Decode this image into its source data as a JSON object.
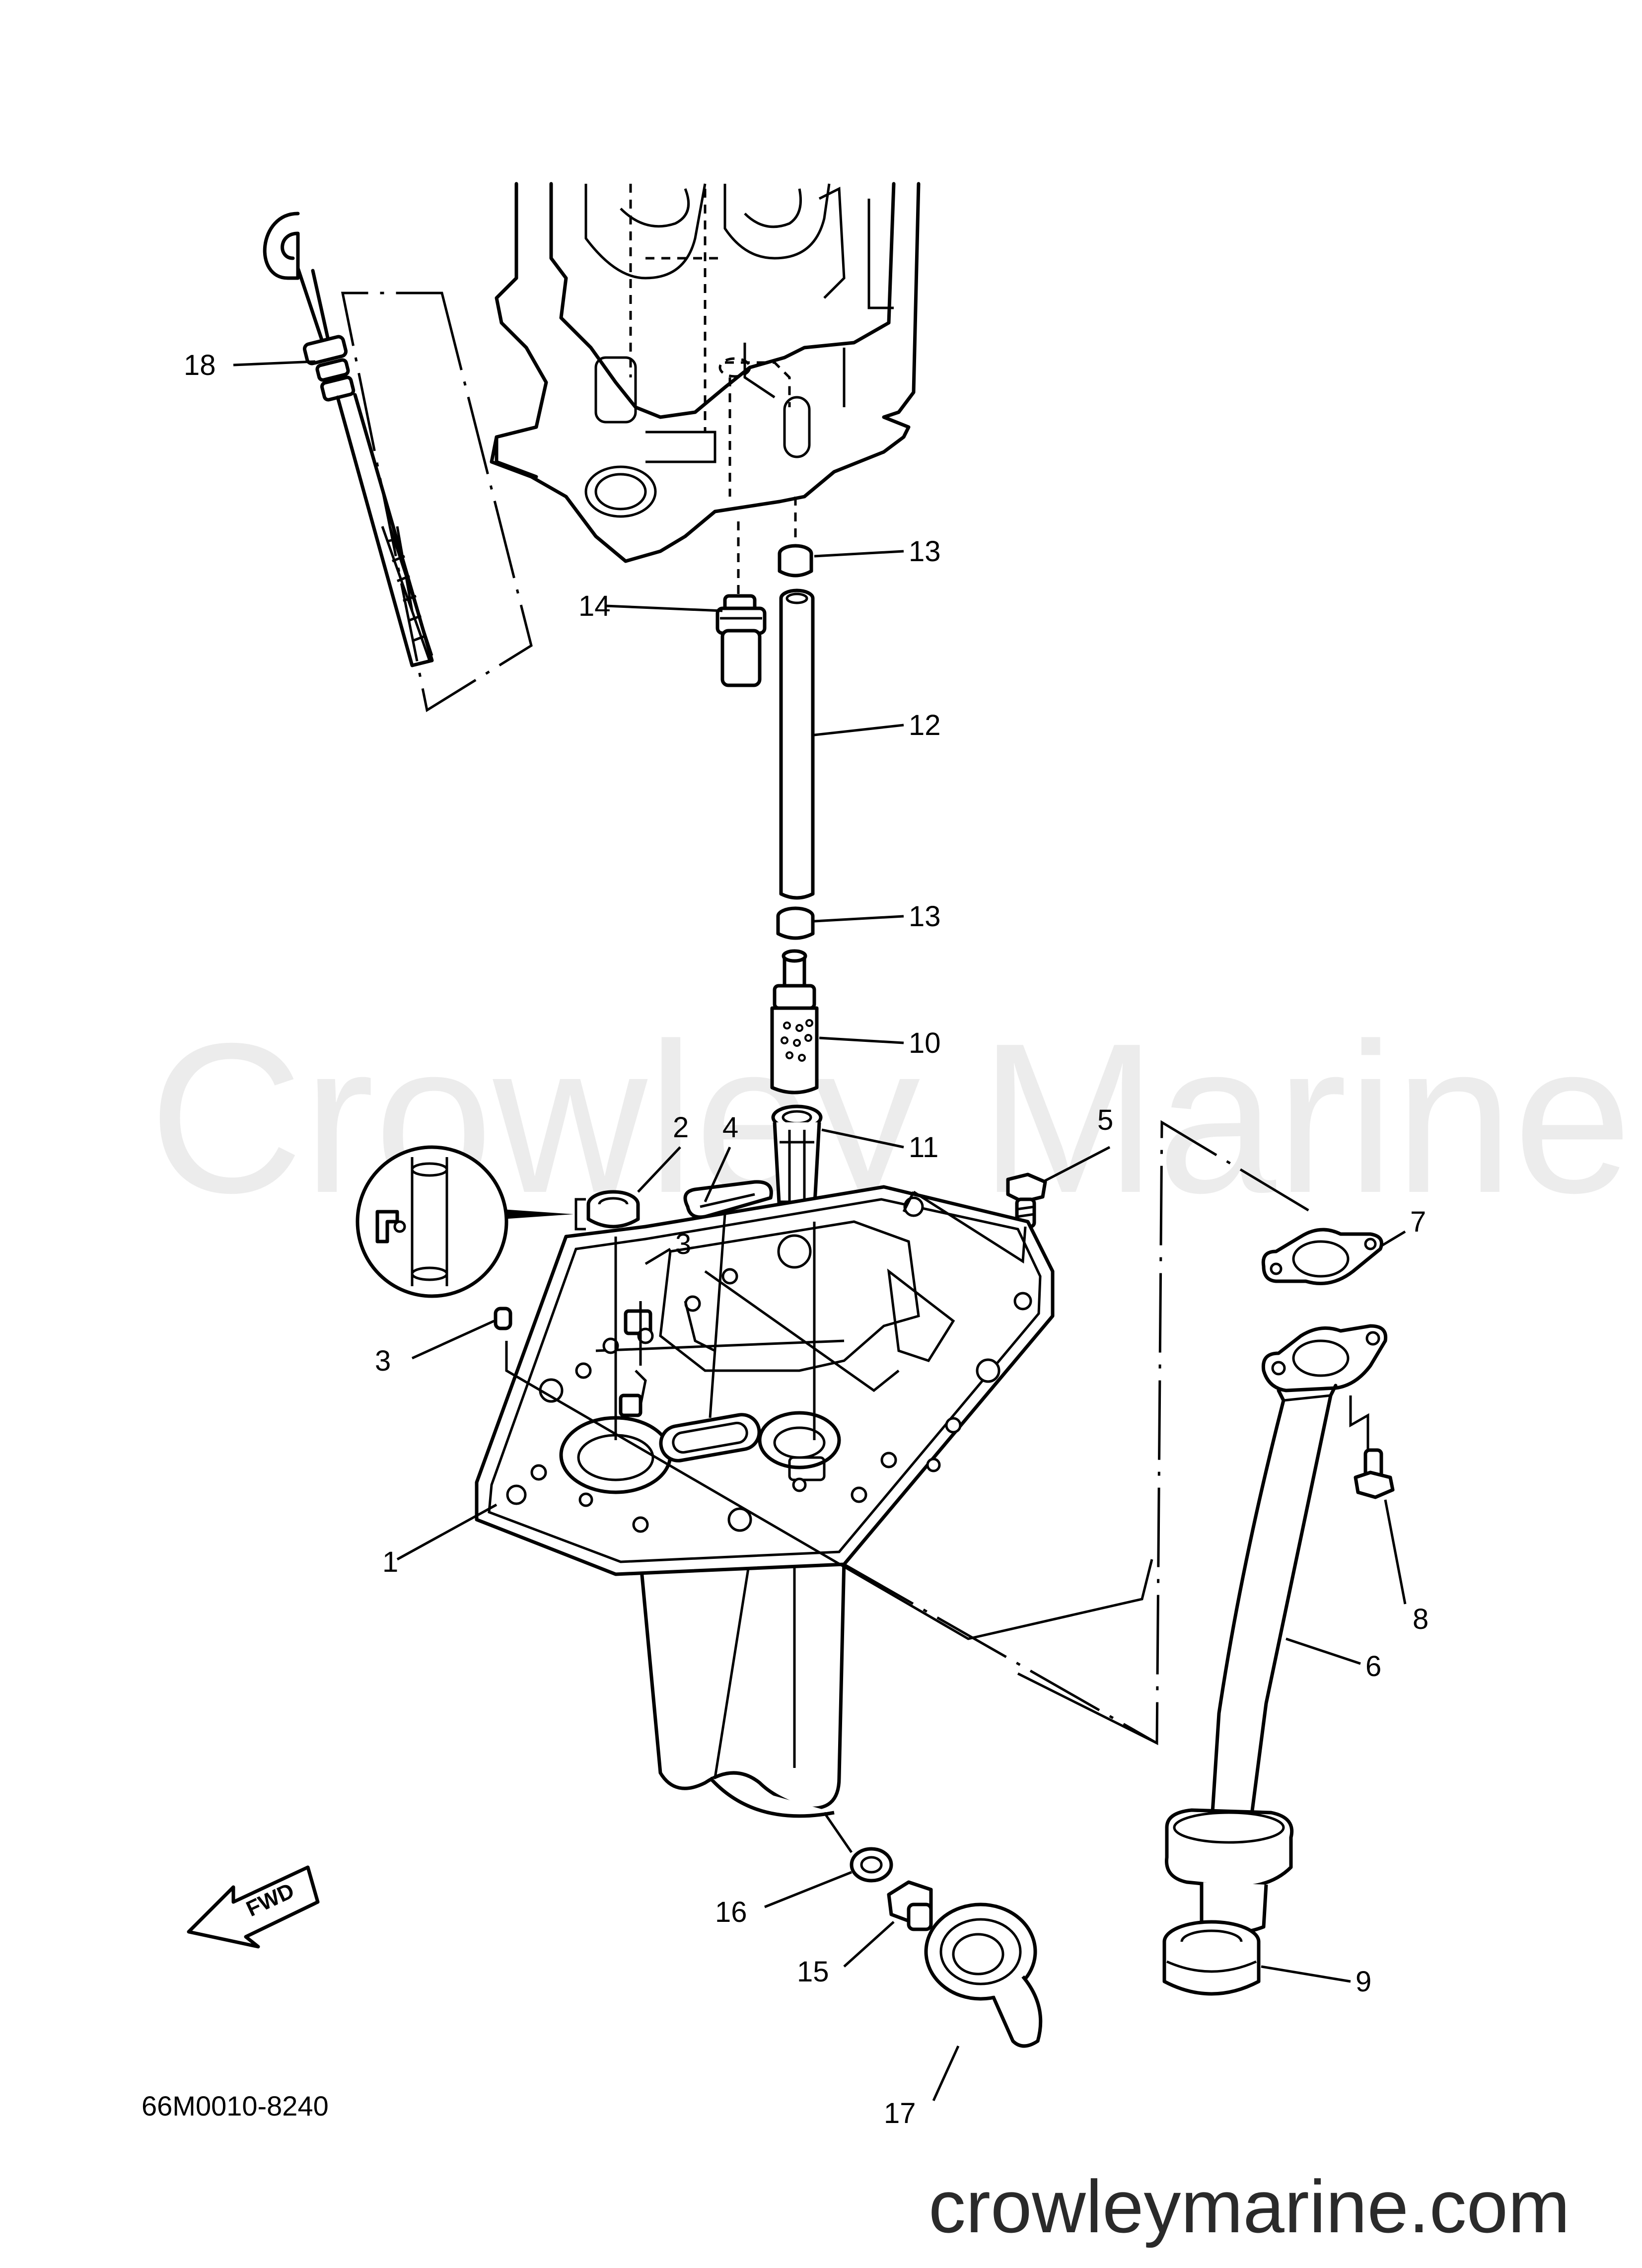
{
  "watermark": "Crowley Marine",
  "website": "crowleymarine.com",
  "diagram_code": "66M0010-8240",
  "fwd_label": "FWD",
  "callouts": [
    {
      "id": "c1",
      "label": "1"
    },
    {
      "id": "c2",
      "label": "2"
    },
    {
      "id": "c3a",
      "label": "3"
    },
    {
      "id": "c3b",
      "label": "3"
    },
    {
      "id": "c4",
      "label": "4"
    },
    {
      "id": "c5",
      "label": "5"
    },
    {
      "id": "c6",
      "label": "6"
    },
    {
      "id": "c7",
      "label": "7"
    },
    {
      "id": "c8",
      "label": "8"
    },
    {
      "id": "c9",
      "label": "9"
    },
    {
      "id": "c10",
      "label": "10"
    },
    {
      "id": "c11",
      "label": "11"
    },
    {
      "id": "c12",
      "label": "12"
    },
    {
      "id": "c13a",
      "label": "13"
    },
    {
      "id": "c13b",
      "label": "13"
    },
    {
      "id": "c14",
      "label": "14"
    },
    {
      "id": "c15",
      "label": "15"
    },
    {
      "id": "c16",
      "label": "16"
    },
    {
      "id": "c17",
      "label": "17"
    },
    {
      "id": "c18",
      "label": "18"
    }
  ]
}
